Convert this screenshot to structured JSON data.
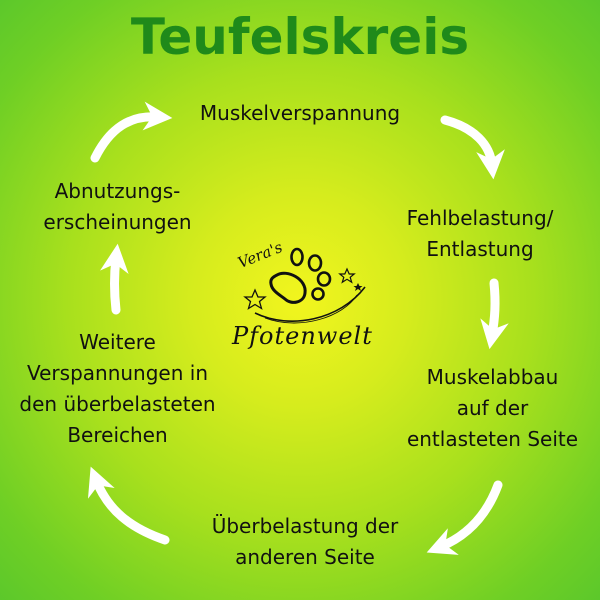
{
  "title": "Teufelskreis",
  "nodes": [
    {
      "lines": [
        "Muskelverspannung"
      ]
    },
    {
      "lines": [
        "Fehlbelastung/",
        "Entlastung"
      ]
    },
    {
      "lines": [
        "Muskelabbau",
        "auf der",
        "entlasteten Seite"
      ]
    },
    {
      "lines": [
        "Überbelastung der",
        "anderen Seite"
      ]
    },
    {
      "lines": [
        "Weitere",
        "Verspannungen in",
        "den überbelasteten",
        "Bereichen"
      ]
    },
    {
      "lines": [
        "Abnutzungs-",
        "erscheinungen"
      ]
    }
  ],
  "logo": {
    "line1": "Vera's",
    "line2": "Pfotenwelt"
  },
  "colors": {
    "title": "#1f8a1a",
    "arrow": "#ffffff",
    "text": "#111111"
  }
}
